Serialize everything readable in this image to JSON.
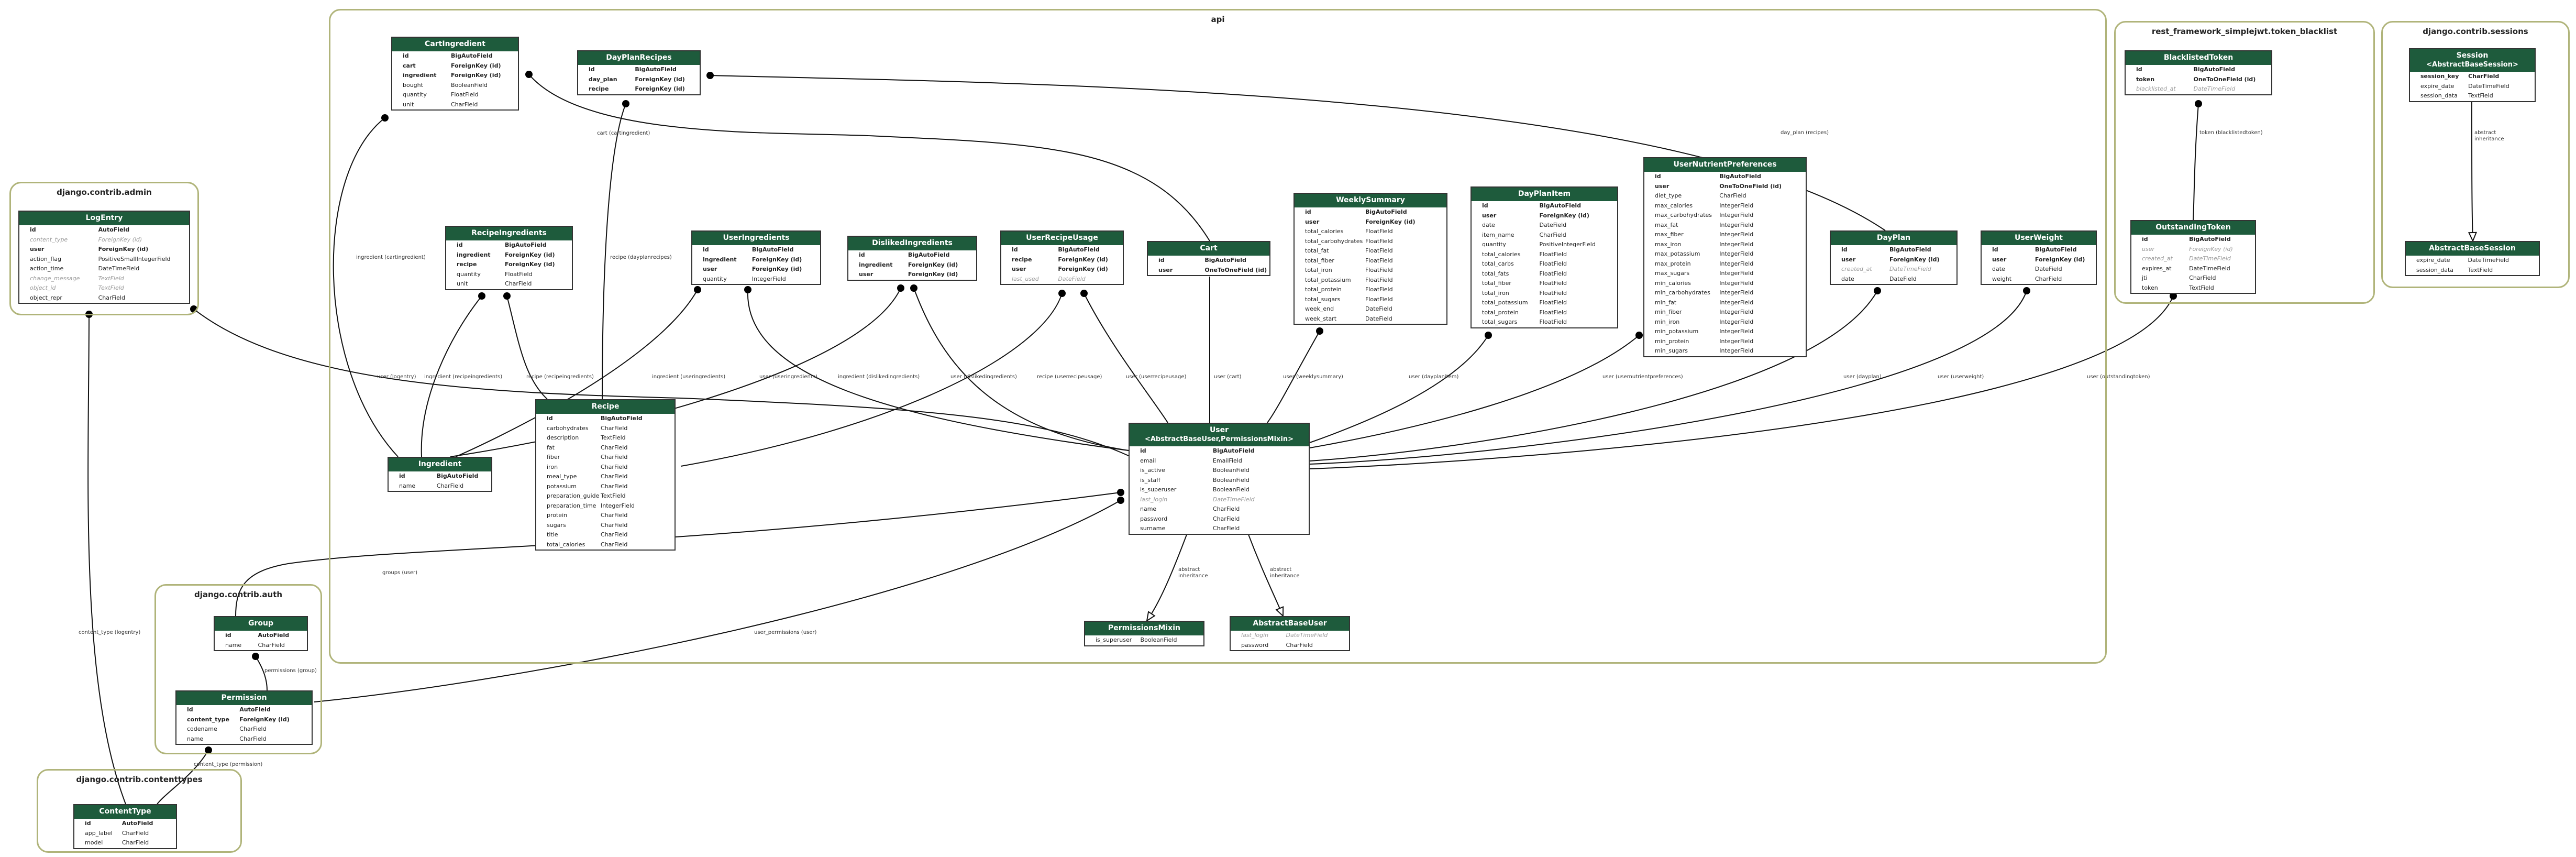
{
  "clusters": {
    "api": "api",
    "admin": "django.contrib.admin",
    "auth": "django.contrib.auth",
    "contenttypes": "django.contrib.contenttypes",
    "blacklist": "rest_framework_simplejwt.token_blacklist",
    "sessions": "django.contrib.sessions"
  },
  "models": {
    "cartingredient": {
      "title": "CartIngredient",
      "fields": [
        {
          "n": "id",
          "t": "BigAutoField",
          "key": true
        },
        {
          "n": "cart",
          "t": "ForeignKey (id)",
          "key": true
        },
        {
          "n": "ingredient",
          "t": "ForeignKey (id)",
          "key": true
        },
        {
          "n": "bought",
          "t": "BooleanField"
        },
        {
          "n": "quantity",
          "t": "FloatField"
        },
        {
          "n": "unit",
          "t": "CharField"
        }
      ]
    },
    "dayplanrecipes": {
      "title": "DayPlanRecipes",
      "fields": [
        {
          "n": "id",
          "t": "BigAutoField",
          "key": true
        },
        {
          "n": "day_plan",
          "t": "ForeignKey (id)",
          "key": true
        },
        {
          "n": "recipe",
          "t": "ForeignKey (id)",
          "key": true
        }
      ]
    },
    "recipeingredients": {
      "title": "RecipeIngredients",
      "fields": [
        {
          "n": "id",
          "t": "BigAutoField",
          "key": true
        },
        {
          "n": "ingredient",
          "t": "ForeignKey (id)",
          "key": true
        },
        {
          "n": "recipe",
          "t": "ForeignKey (id)",
          "key": true
        },
        {
          "n": "quantity",
          "t": "FloatField"
        },
        {
          "n": "unit",
          "t": "CharField"
        }
      ]
    },
    "useringredients": {
      "title": "UserIngredients",
      "fields": [
        {
          "n": "id",
          "t": "BigAutoField",
          "key": true
        },
        {
          "n": "ingredient",
          "t": "ForeignKey (id)",
          "key": true
        },
        {
          "n": "user",
          "t": "ForeignKey (id)",
          "key": true
        },
        {
          "n": "quantity",
          "t": "IntegerField"
        }
      ]
    },
    "dislikedingredients": {
      "title": "DislikedIngredients",
      "fields": [
        {
          "n": "id",
          "t": "BigAutoField",
          "key": true
        },
        {
          "n": "ingredient",
          "t": "ForeignKey (id)",
          "key": true
        },
        {
          "n": "user",
          "t": "ForeignKey (id)",
          "key": true
        }
      ]
    },
    "userrecipeusage": {
      "title": "UserRecipeUsage",
      "fields": [
        {
          "n": "id",
          "t": "BigAutoField",
          "key": true
        },
        {
          "n": "recipe",
          "t": "ForeignKey (id)",
          "key": true
        },
        {
          "n": "user",
          "t": "ForeignKey (id)",
          "key": true
        },
        {
          "n": "last_used",
          "t": "DateField",
          "inh": true
        }
      ]
    },
    "cart": {
      "title": "Cart",
      "fields": [
        {
          "n": "id",
          "t": "BigAutoField",
          "key": true
        },
        {
          "n": "user",
          "t": "OneToOneField (id)",
          "key": true
        }
      ]
    },
    "weeklysummary": {
      "title": "WeeklySummary",
      "fields": [
        {
          "n": "id",
          "t": "BigAutoField",
          "key": true
        },
        {
          "n": "user",
          "t": "ForeignKey (id)",
          "key": true
        },
        {
          "n": "total_calories",
          "t": "FloatField"
        },
        {
          "n": "total_carbohydrates",
          "t": "FloatField"
        },
        {
          "n": "total_fat",
          "t": "FloatField"
        },
        {
          "n": "total_fiber",
          "t": "FloatField"
        },
        {
          "n": "total_iron",
          "t": "FloatField"
        },
        {
          "n": "total_potassium",
          "t": "FloatField"
        },
        {
          "n": "total_protein",
          "t": "FloatField"
        },
        {
          "n": "total_sugars",
          "t": "FloatField"
        },
        {
          "n": "week_end",
          "t": "DateField"
        },
        {
          "n": "week_start",
          "t": "DateField"
        }
      ]
    },
    "dayplanitem": {
      "title": "DayPlanItem",
      "fields": [
        {
          "n": "id",
          "t": "BigAutoField",
          "key": true
        },
        {
          "n": "user",
          "t": "ForeignKey (id)",
          "key": true
        },
        {
          "n": "date",
          "t": "DateField"
        },
        {
          "n": "item_name",
          "t": "CharField"
        },
        {
          "n": "quantity",
          "t": "PositiveIntegerField"
        },
        {
          "n": "total_calories",
          "t": "FloatField"
        },
        {
          "n": "total_carbs",
          "t": "FloatField"
        },
        {
          "n": "total_fats",
          "t": "FloatField"
        },
        {
          "n": "total_fiber",
          "t": "FloatField"
        },
        {
          "n": "total_iron",
          "t": "FloatField"
        },
        {
          "n": "total_potassium",
          "t": "FloatField"
        },
        {
          "n": "total_protein",
          "t": "FloatField"
        },
        {
          "n": "total_sugars",
          "t": "FloatField"
        }
      ]
    },
    "usernutrient": {
      "title": "UserNutrientPreferences",
      "fields": [
        {
          "n": "id",
          "t": "BigAutoField",
          "key": true
        },
        {
          "n": "user",
          "t": "OneToOneField (id)",
          "key": true
        },
        {
          "n": "diet_type",
          "t": "CharField"
        },
        {
          "n": "max_calories",
          "t": "IntegerField"
        },
        {
          "n": "max_carbohydrates",
          "t": "IntegerField"
        },
        {
          "n": "max_fat",
          "t": "IntegerField"
        },
        {
          "n": "max_fiber",
          "t": "IntegerField"
        },
        {
          "n": "max_iron",
          "t": "IntegerField"
        },
        {
          "n": "max_potassium",
          "t": "IntegerField"
        },
        {
          "n": "max_protein",
          "t": "IntegerField"
        },
        {
          "n": "max_sugars",
          "t": "IntegerField"
        },
        {
          "n": "min_calories",
          "t": "IntegerField"
        },
        {
          "n": "min_carbohydrates",
          "t": "IntegerField"
        },
        {
          "n": "min_fat",
          "t": "IntegerField"
        },
        {
          "n": "min_fiber",
          "t": "IntegerField"
        },
        {
          "n": "min_iron",
          "t": "IntegerField"
        },
        {
          "n": "min_potassium",
          "t": "IntegerField"
        },
        {
          "n": "min_protein",
          "t": "IntegerField"
        },
        {
          "n": "min_sugars",
          "t": "IntegerField"
        }
      ]
    },
    "dayplan": {
      "title": "DayPlan",
      "fields": [
        {
          "n": "id",
          "t": "BigAutoField",
          "key": true
        },
        {
          "n": "user",
          "t": "ForeignKey (id)",
          "key": true
        },
        {
          "n": "created_at",
          "t": "DateTimeField",
          "inh": true
        },
        {
          "n": "date",
          "t": "DateField"
        }
      ]
    },
    "userweight": {
      "title": "UserWeight",
      "fields": [
        {
          "n": "id",
          "t": "BigAutoField",
          "key": true
        },
        {
          "n": "user",
          "t": "ForeignKey (id)",
          "key": true
        },
        {
          "n": "date",
          "t": "DateField"
        },
        {
          "n": "weight",
          "t": "CharField"
        }
      ]
    },
    "recipe": {
      "title": "Recipe",
      "fields": [
        {
          "n": "id",
          "t": "BigAutoField",
          "key": true
        },
        {
          "n": "carbohydrates",
          "t": "CharField"
        },
        {
          "n": "description",
          "t": "TextField"
        },
        {
          "n": "fat",
          "t": "CharField"
        },
        {
          "n": "fiber",
          "t": "CharField"
        },
        {
          "n": "iron",
          "t": "CharField"
        },
        {
          "n": "meal_type",
          "t": "CharField"
        },
        {
          "n": "potassium",
          "t": "CharField"
        },
        {
          "n": "preparation_guide",
          "t": "TextField"
        },
        {
          "n": "preparation_time",
          "t": "IntegerField"
        },
        {
          "n": "protein",
          "t": "CharField"
        },
        {
          "n": "sugars",
          "t": "CharField"
        },
        {
          "n": "title",
          "t": "CharField"
        },
        {
          "n": "total_calories",
          "t": "CharField"
        }
      ]
    },
    "ingredient": {
      "title": "Ingredient",
      "fields": [
        {
          "n": "id",
          "t": "BigAutoField",
          "key": true
        },
        {
          "n": "name",
          "t": "CharField"
        }
      ]
    },
    "user": {
      "title": "User",
      "subtitle": "<AbstractBaseUser,PermissionsMixin>",
      "fields": [
        {
          "n": "id",
          "t": "BigAutoField",
          "key": true
        },
        {
          "n": "email",
          "t": "EmailField"
        },
        {
          "n": "is_active",
          "t": "BooleanField"
        },
        {
          "n": "is_staff",
          "t": "BooleanField"
        },
        {
          "n": "is_superuser",
          "t": "BooleanField"
        },
        {
          "n": "last_login",
          "t": "DateTimeField",
          "inh": true
        },
        {
          "n": "name",
          "t": "CharField"
        },
        {
          "n": "password",
          "t": "CharField"
        },
        {
          "n": "surname",
          "t": "CharField"
        }
      ]
    },
    "permissionsmixin": {
      "title": "PermissionsMixin",
      "fields": [
        {
          "n": "is_superuser",
          "t": "BooleanField"
        }
      ]
    },
    "abstractbaseuser": {
      "title": "AbstractBaseUser",
      "fields": [
        {
          "n": "last_login",
          "t": "DateTimeField",
          "inh": true
        },
        {
          "n": "password",
          "t": "CharField"
        }
      ]
    },
    "logentry": {
      "title": "LogEntry",
      "fields": [
        {
          "n": "id",
          "t": "AutoField",
          "key": true
        },
        {
          "n": "content_type",
          "t": "ForeignKey (id)",
          "inh": true
        },
        {
          "n": "user",
          "t": "ForeignKey (id)",
          "key": true
        },
        {
          "n": "action_flag",
          "t": "PositiveSmallIntegerField"
        },
        {
          "n": "action_time",
          "t": "DateTimeField"
        },
        {
          "n": "change_message",
          "t": "TextField",
          "inh": true
        },
        {
          "n": "object_id",
          "t": "TextField",
          "inh": true
        },
        {
          "n": "object_repr",
          "t": "CharField"
        }
      ]
    },
    "group": {
      "title": "Group",
      "fields": [
        {
          "n": "id",
          "t": "AutoField",
          "key": true
        },
        {
          "n": "name",
          "t": "CharField"
        }
      ]
    },
    "permission": {
      "title": "Permission",
      "fields": [
        {
          "n": "id",
          "t": "AutoField",
          "key": true
        },
        {
          "n": "content_type",
          "t": "ForeignKey (id)",
          "key": true
        },
        {
          "n": "codename",
          "t": "CharField"
        },
        {
          "n": "name",
          "t": "CharField"
        }
      ]
    },
    "contenttype": {
      "title": "ContentType",
      "fields": [
        {
          "n": "id",
          "t": "AutoField",
          "key": true
        },
        {
          "n": "app_label",
          "t": "CharField"
        },
        {
          "n": "model",
          "t": "CharField"
        }
      ]
    },
    "blacklistedtoken": {
      "title": "BlacklistedToken",
      "fields": [
        {
          "n": "id",
          "t": "BigAutoField",
          "key": true
        },
        {
          "n": "token",
          "t": "OneToOneField (id)",
          "key": true
        },
        {
          "n": "blacklisted_at",
          "t": "DateTimeField",
          "inh": true
        }
      ]
    },
    "outstandingtoken": {
      "title": "OutstandingToken",
      "fields": [
        {
          "n": "id",
          "t": "BigAutoField",
          "key": true
        },
        {
          "n": "user",
          "t": "ForeignKey (id)",
          "inh": true
        },
        {
          "n": "created_at",
          "t": "DateTimeField",
          "inh": true
        },
        {
          "n": "expires_at",
          "t": "DateTimeField"
        },
        {
          "n": "jti",
          "t": "CharField"
        },
        {
          "n": "token",
          "t": "TextField"
        }
      ]
    },
    "session": {
      "title": "Session",
      "subtitle": "<AbstractBaseSession>",
      "fields": [
        {
          "n": "session_key",
          "t": "CharField",
          "key": true
        },
        {
          "n": "expire_date",
          "t": "DateTimeField"
        },
        {
          "n": "session_data",
          "t": "TextField"
        }
      ]
    },
    "abstractbasesession": {
      "title": "AbstractBaseSession",
      "fields": [
        {
          "n": "expire_date",
          "t": "DateTimeField"
        },
        {
          "n": "session_data",
          "t": "TextField"
        }
      ]
    }
  },
  "edge_labels": {
    "cart_cartingredient": "cart (cartingredient)",
    "dayplan_dayplanrecipes": "day_plan (recipes)",
    "ingredient_cartingredient": "ingredient (cartingredient)",
    "recipe_dayplanrecipes": "recipe (dayplanrecipes)",
    "ingredient_recipeingredients": "ingredient (recipeingredients)",
    "recipe_recipeingredients": "recipe (recipeingredients)",
    "ingredient_useringredients": "ingredient (useringredients)",
    "user_useringredients": "user (useringredients)",
    "ingredient_dislikedingredients": "ingredient (dislikedingredients)",
    "user_dislikedingredients": "user (dislikedingredients)",
    "recipe_userrecipeusage": "recipe (userrecipeusage)",
    "user_userrecipeusage": "user (userrecipeusage)",
    "user_cart": "user (cart)",
    "user_weeklysummary": "user (weeklysummary)",
    "user_dayplanitem": "user (dayplanitem)",
    "user_usernutrient": "user (usernutrientpreferences)",
    "user_dayplan": "user (dayplan)",
    "user_userweight": "user (userweight)",
    "user_outstandingtoken": "user (outstandingtoken)",
    "user_logentry": "user (logentry)",
    "groups_user": "groups (user)",
    "user_permissions_user": "user_permissions (user)",
    "permissions_group": "permissions (group)",
    "content_type_logentry": "content_type (logentry)",
    "content_type_permission": "content_type (permission)",
    "token_blacklisted": "token (blacklistedtoken)",
    "abstract_inheritance": "abstract\ninheritance"
  }
}
